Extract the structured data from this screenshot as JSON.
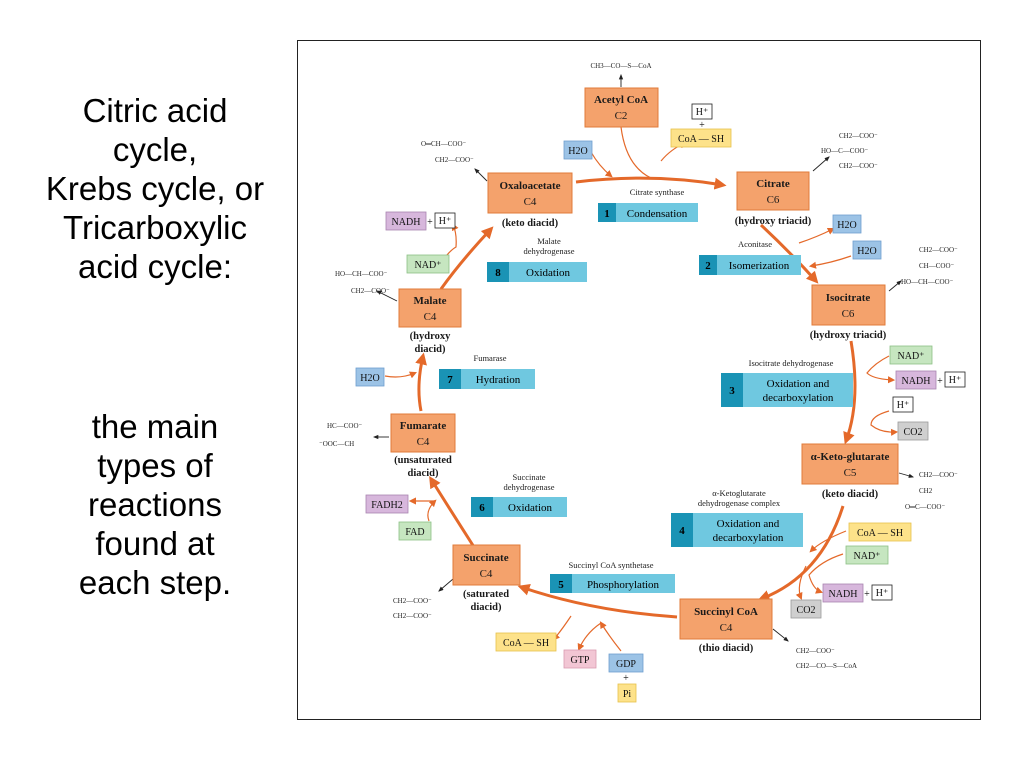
{
  "left_text": {
    "lines": [
      "Citric acid",
      "cycle,",
      "Krebs cycle, or",
      "Tricarboxylic",
      "acid cycle:"
    ],
    "lines2": [
      "the main",
      "types of",
      "reactions",
      "found at",
      "each step."
    ]
  },
  "metabolites": {
    "acetylcoa": {
      "name": "Acetyl CoA",
      "carbon": "C2",
      "desc": "",
      "struct": [
        "CH3—CO—S—CoA"
      ]
    },
    "citrate": {
      "name": "Citrate",
      "carbon": "C6",
      "desc": "(hydroxy triacid)",
      "struct": [
        "CH2—COO⁻",
        "HO—C—COO⁻",
        "CH2—COO⁻"
      ]
    },
    "isocitrate": {
      "name": "Isocitrate",
      "carbon": "C6",
      "desc": "(hydroxy triacid)",
      "struct": [
        "CH2—COO⁻",
        "CH—COO⁻",
        "HO—CH—COO⁻"
      ]
    },
    "akg": {
      "name": "α-Keto-glutarate",
      "carbon": "C5",
      "desc": "(keto diacid)",
      "struct": [
        "CH2—COO⁻",
        "CH2",
        "O═C—COO⁻"
      ]
    },
    "succinylcoa": {
      "name": "Succinyl CoA",
      "carbon": "C4",
      "desc": "(thio diacid)",
      "struct": [
        "CH2—COO⁻",
        "CH2—CO—S—CoA"
      ]
    },
    "succinate": {
      "name": "Succinate",
      "carbon": "C4",
      "desc1": "(saturated",
      "desc2": "diacid)",
      "struct": [
        "CH2—COO⁻",
        "CH2—COO⁻"
      ]
    },
    "fumarate": {
      "name": "Fumarate",
      "carbon": "C4",
      "desc1": "(unsaturated",
      "desc2": "diacid)",
      "struct": [
        "HC—COO⁻",
        "⁻OOC—CH"
      ]
    },
    "malate": {
      "name": "Malate",
      "carbon": "C4",
      "desc1": "(hydroxy",
      "desc2": "diacid)",
      "struct": [
        "HO—CH—COO⁻",
        "CH2—COO⁻"
      ]
    },
    "oxaloacetate": {
      "name": "Oxaloacetate",
      "carbon": "C4",
      "desc": "(keto diacid)",
      "struct": [
        "O═CH—COO⁻",
        "CH2—COO⁻"
      ]
    }
  },
  "reactions": [
    {
      "num": "1",
      "label": "Condensation",
      "enzyme": [
        "Citrate synthase"
      ]
    },
    {
      "num": "2",
      "label": "Isomerization",
      "enzyme": [
        "Aconitase"
      ]
    },
    {
      "num": "3",
      "label": [
        "Oxidation and",
        "decarboxylation"
      ],
      "enzyme": [
        "Isocitrate dehydrogenase"
      ]
    },
    {
      "num": "4",
      "label": [
        "Oxidation and",
        "decarboxylation"
      ],
      "enzyme": [
        "α-Ketoglutarate",
        "dehydrogenase complex"
      ]
    },
    {
      "num": "5",
      "label": "Phosphorylation",
      "enzyme": [
        "Succinyl CoA synthetase"
      ]
    },
    {
      "num": "6",
      "label": "Oxidation",
      "enzyme": [
        "Succinate",
        "dehydrogenase"
      ]
    },
    {
      "num": "7",
      "label": "Hydration",
      "enzyme": [
        "Fumarase"
      ]
    },
    {
      "num": "8",
      "label": "Oxidation",
      "enzyme": [
        "Malate",
        "dehydrogenase"
      ]
    }
  ],
  "cofactors": {
    "h2o": "H2O",
    "hplus": "H⁺",
    "plus": "+",
    "coash": "CoA — SH",
    "nadplus": "NAD⁺",
    "nadh": "NADH",
    "co2": "CO2",
    "gtp": "GTP",
    "gdp": "GDP",
    "pi": "Pi",
    "fadh2": "FADH2",
    "fad": "FAD"
  }
}
